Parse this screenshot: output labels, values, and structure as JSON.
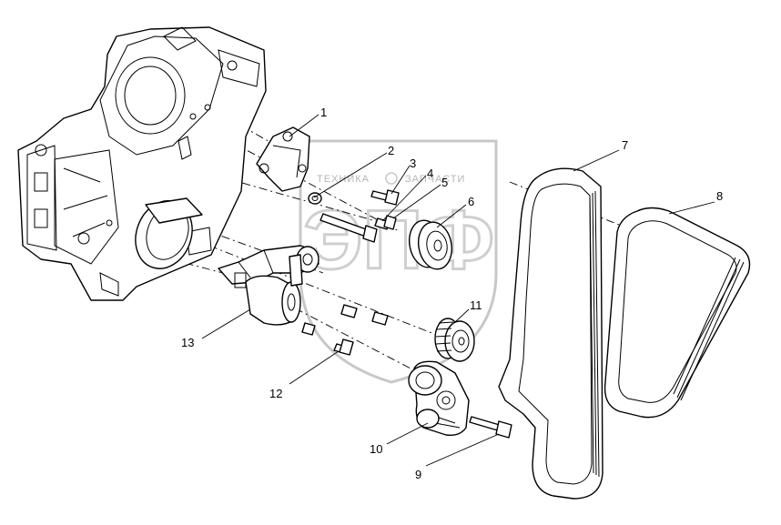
{
  "diagram": {
    "callouts": [
      "1",
      "2",
      "3",
      "4",
      "5",
      "6",
      "7",
      "8",
      "9",
      "10",
      "11",
      "12",
      "13"
    ]
  },
  "watermark": {
    "logo": "ЭПФ",
    "text_left": "ТЕХНИКА",
    "text_right": "ЗАПЧАСТИ"
  },
  "colors": {
    "line": "#000000",
    "watermark": "#c8c8c8",
    "background": "#ffffff"
  }
}
